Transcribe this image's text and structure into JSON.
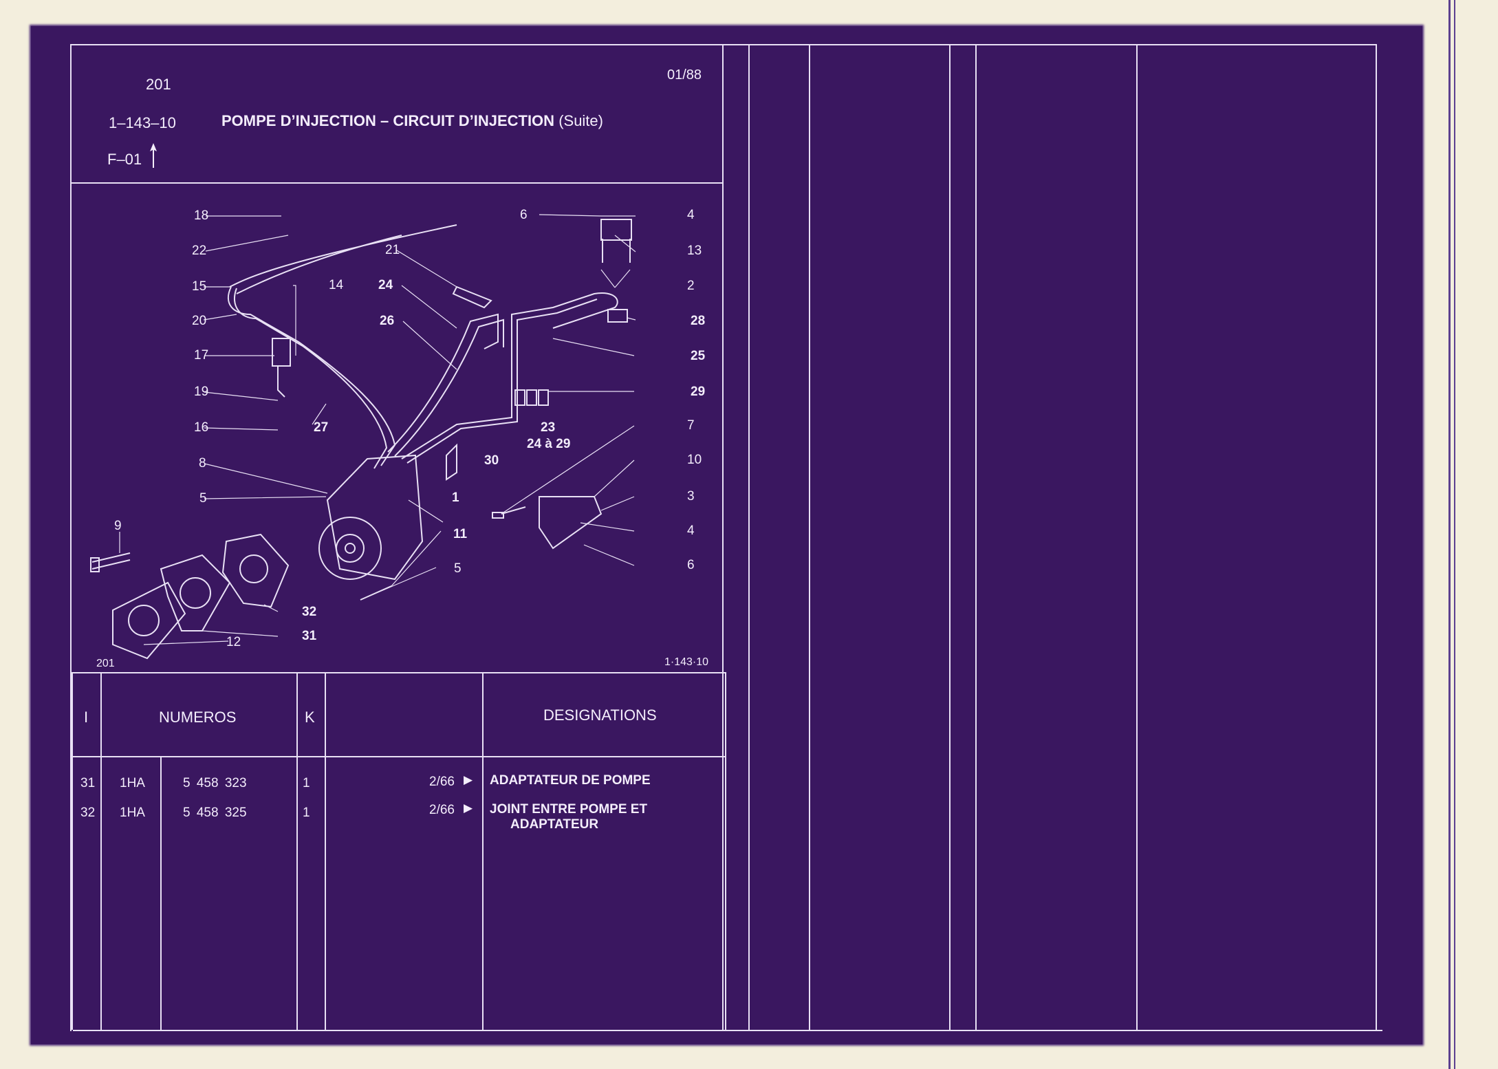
{
  "header": {
    "page_number": "201",
    "date": "01/88",
    "reference": "1–143–10",
    "title_main": "POMPE D’INJECTION – CIRCUIT D’INJECTION",
    "title_suffix": "(Suite)",
    "fiche": "F–01"
  },
  "illustration": {
    "page_number": "201",
    "reference": "1·143·10",
    "callouts": {
      "c18": "18",
      "c22": "22",
      "c15": "15",
      "c20": "20",
      "c17": "17",
      "c19": "19",
      "c16": "16",
      "c8": "8",
      "c5a": "5",
      "c9": "9",
      "c14": "14",
      "c21": "21",
      "c24": "24",
      "c26": "26",
      "c27": "27",
      "c6a": "6",
      "c4a": "4",
      "c13": "13",
      "c2": "2",
      "c28": "28",
      "c25": "25",
      "c29": "29",
      "c23": "23",
      "c23b": "24 à 29",
      "c30": "30",
      "c7": "7",
      "c10": "10",
      "c3": "3",
      "c4b": "4",
      "c6b": "6",
      "c1": "1",
      "c11": "11",
      "c5b": "5",
      "c32": "32",
      "c31": "31",
      "c12": "12"
    }
  },
  "table": {
    "headers": {
      "index": "I",
      "numeros": "NUMEROS",
      "k": "K",
      "designations": "DESIGNATIONS"
    },
    "rows": [
      {
        "index": "31",
        "code": "1HA",
        "number": "5 458 323",
        "k": "1",
        "date": "2/66",
        "designation": "ADAPTATEUR DE POMPE",
        "designation2": ""
      },
      {
        "index": "32",
        "code": "1HA",
        "number": "5 458 325",
        "k": "1",
        "date": "2/66",
        "designation": "JOINT ENTRE POMPE ET",
        "designation2": "ADAPTATEUR"
      }
    ]
  },
  "colors": {
    "background_film": "#3a1760",
    "line": "#e9e1f5",
    "text": "#f4eefc",
    "paper": "#f3eedd"
  }
}
